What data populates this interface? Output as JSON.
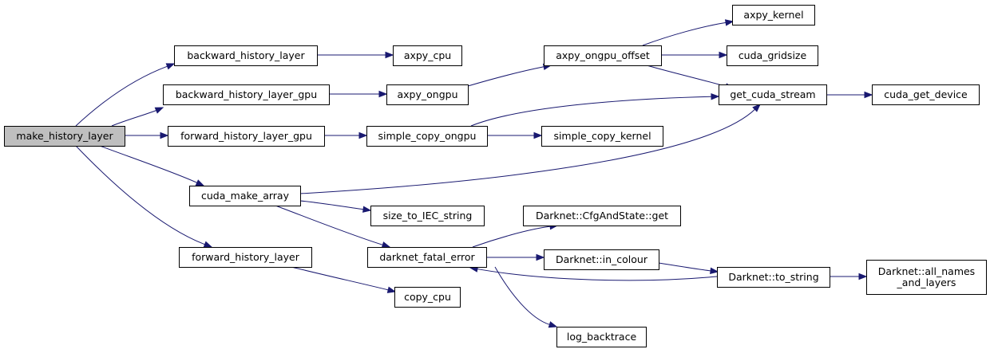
{
  "graph": {
    "colors": {
      "edge": "#191970",
      "node_border": "#000000",
      "node_fill": "#ffffff",
      "root_fill": "#bfbfbf"
    },
    "nodes": {
      "make_history_layer": {
        "label": [
          "make_history_layer"
        ],
        "root": true
      },
      "backward_history_layer": {
        "label": [
          "backward_history_layer"
        ]
      },
      "backward_history_layer_gpu": {
        "label": [
          "backward_history_layer_gpu"
        ]
      },
      "forward_history_layer_gpu": {
        "label": [
          "forward_history_layer_gpu"
        ]
      },
      "cuda_make_array": {
        "label": [
          "cuda_make_array"
        ]
      },
      "forward_history_layer": {
        "label": [
          "forward_history_layer"
        ]
      },
      "axpy_cpu": {
        "label": [
          "axpy_cpu"
        ]
      },
      "axpy_ongpu": {
        "label": [
          "axpy_ongpu"
        ]
      },
      "simple_copy_ongpu": {
        "label": [
          "simple_copy_ongpu"
        ]
      },
      "size_to_IEC_string": {
        "label": [
          "size_to_IEC_string"
        ]
      },
      "darknet_fatal_error": {
        "label": [
          "darknet_fatal_error"
        ]
      },
      "copy_cpu": {
        "label": [
          "copy_cpu"
        ]
      },
      "axpy_ongpu_offset": {
        "label": [
          "axpy_ongpu_offset"
        ]
      },
      "simple_copy_kernel": {
        "label": [
          "simple_copy_kernel"
        ]
      },
      "darknet_cfgandstate_get": {
        "label": [
          "Darknet::CfgAndState::get"
        ]
      },
      "darknet_in_colour": {
        "label": [
          "Darknet::in_colour"
        ]
      },
      "log_backtrace": {
        "label": [
          "log_backtrace"
        ]
      },
      "axpy_kernel": {
        "label": [
          "axpy_kernel"
        ]
      },
      "cuda_gridsize": {
        "label": [
          "cuda_gridsize"
        ]
      },
      "get_cuda_stream": {
        "label": [
          "get_cuda_stream"
        ]
      },
      "darknet_to_string": {
        "label": [
          "Darknet::to_string"
        ]
      },
      "cuda_get_device": {
        "label": [
          "cuda_get_device"
        ]
      },
      "darknet_all_names_and_layers": {
        "label": [
          "Darknet::all_names",
          "_and_layers"
        ]
      }
    },
    "edges": [
      [
        "make_history_layer",
        "backward_history_layer"
      ],
      [
        "make_history_layer",
        "backward_history_layer_gpu"
      ],
      [
        "make_history_layer",
        "forward_history_layer_gpu"
      ],
      [
        "make_history_layer",
        "cuda_make_array"
      ],
      [
        "make_history_layer",
        "forward_history_layer"
      ],
      [
        "backward_history_layer",
        "axpy_cpu"
      ],
      [
        "backward_history_layer_gpu",
        "axpy_ongpu"
      ],
      [
        "forward_history_layer_gpu",
        "simple_copy_ongpu"
      ],
      [
        "cuda_make_array",
        "get_cuda_stream"
      ],
      [
        "cuda_make_array",
        "size_to_IEC_string"
      ],
      [
        "cuda_make_array",
        "darknet_fatal_error"
      ],
      [
        "forward_history_layer",
        "copy_cpu"
      ],
      [
        "axpy_ongpu",
        "axpy_ongpu_offset"
      ],
      [
        "simple_copy_ongpu",
        "get_cuda_stream"
      ],
      [
        "simple_copy_ongpu",
        "simple_copy_kernel"
      ],
      [
        "darknet_fatal_error",
        "darknet_cfgandstate_get"
      ],
      [
        "darknet_fatal_error",
        "darknet_in_colour"
      ],
      [
        "darknet_fatal_error",
        "log_backtrace"
      ],
      [
        "axpy_ongpu_offset",
        "axpy_kernel"
      ],
      [
        "axpy_ongpu_offset",
        "cuda_gridsize"
      ],
      [
        "axpy_ongpu_offset",
        "get_cuda_stream"
      ],
      [
        "get_cuda_stream",
        "cuda_get_device"
      ],
      [
        "darknet_in_colour",
        "darknet_to_string"
      ],
      [
        "darknet_to_string",
        "darknet_fatal_error"
      ],
      [
        "darknet_to_string",
        "darknet_all_names_and_layers"
      ]
    ]
  }
}
